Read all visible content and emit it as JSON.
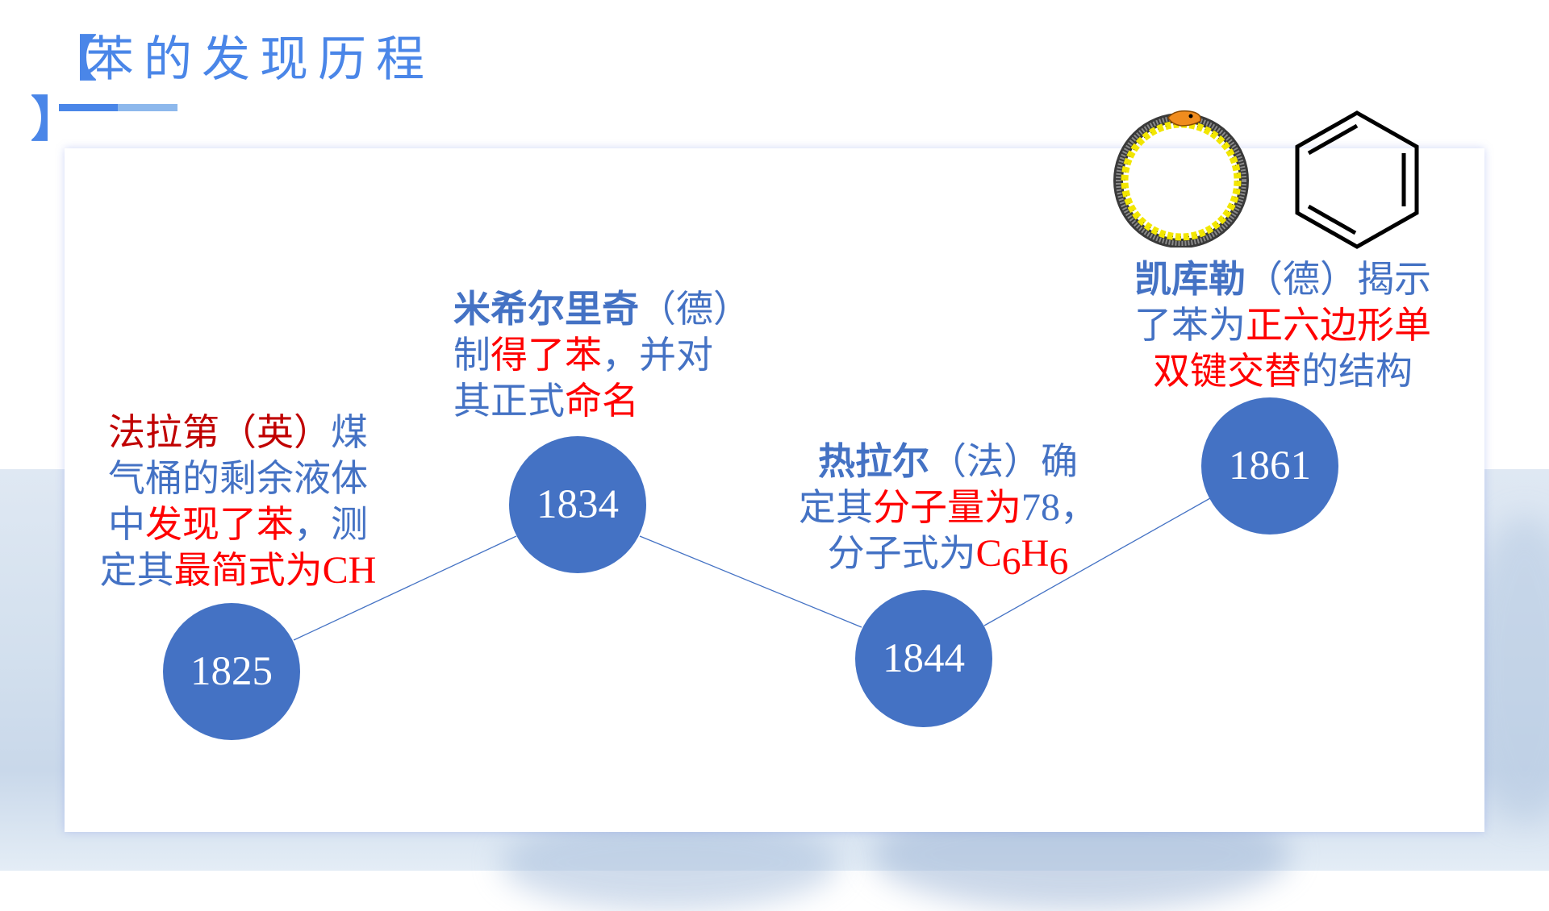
{
  "slide": {
    "title_open_bracket": "【",
    "title_close_bracket": "】",
    "title": "苯的发现历程"
  },
  "colors": {
    "accent_blue": "#4A86E8",
    "node_blue": "#4472C4",
    "text_blue": "#4472C4",
    "highlight_red": "#FF0000",
    "dark_red": "#C00000"
  },
  "timeline": [
    {
      "year": "1825",
      "lines": [
        {
          "segments": [
            {
              "text": "法拉第（英）",
              "style": "dark-red"
            },
            {
              "text": "煤",
              "style": "blue"
            }
          ]
        },
        {
          "segments": [
            {
              "text": "气桶的剩余液体",
              "style": "blue"
            }
          ]
        },
        {
          "segments": [
            {
              "text": "中",
              "style": "blue"
            },
            {
              "text": "发现了苯",
              "style": "red"
            },
            {
              "text": "，测",
              "style": "blue"
            }
          ]
        },
        {
          "segments": [
            {
              "text": "定其",
              "style": "blue"
            },
            {
              "text": "最简式为",
              "style": "red"
            },
            {
              "text": "CH",
              "style": "red-serif"
            }
          ]
        }
      ]
    },
    {
      "year": "1834",
      "lines": [
        {
          "segments": [
            {
              "text": "米希尔里奇",
              "style": "blue-bold"
            },
            {
              "text": "（德）",
              "style": "blue"
            }
          ]
        },
        {
          "segments": [
            {
              "text": "制",
              "style": "blue"
            },
            {
              "text": "得了苯",
              "style": "red"
            },
            {
              "text": "，并对",
              "style": "blue"
            }
          ]
        },
        {
          "segments": [
            {
              "text": "其正式",
              "style": "blue"
            },
            {
              "text": "命名",
              "style": "red"
            }
          ]
        }
      ]
    },
    {
      "year": "1844",
      "lines": [
        {
          "segments": [
            {
              "text": "热拉尔",
              "style": "blue-bold"
            },
            {
              "text": "（法）确",
              "style": "blue"
            }
          ]
        },
        {
          "segments": [
            {
              "text": "定其",
              "style": "blue"
            },
            {
              "text": "分子量为",
              "style": "red"
            },
            {
              "text": "78",
              "style": "blue-serif"
            },
            {
              "text": "，",
              "style": "blue"
            }
          ]
        },
        {
          "segments": [
            {
              "text": "分子式为",
              "style": "blue"
            },
            {
              "text": "C",
              "style": "red-serif"
            },
            {
              "text": "6",
              "style": "red-sub"
            },
            {
              "text": "H",
              "style": "red-serif"
            },
            {
              "text": "6",
              "style": "red-sub"
            }
          ]
        }
      ]
    },
    {
      "year": "1861",
      "lines": [
        {
          "segments": [
            {
              "text": "凯库勒",
              "style": "blue-bold"
            },
            {
              "text": "（德）揭示",
              "style": "blue"
            }
          ]
        },
        {
          "segments": [
            {
              "text": "了苯为",
              "style": "blue"
            },
            {
              "text": "正六边形单",
              "style": "red"
            }
          ]
        },
        {
          "segments": [
            {
              "text": "双键交替",
              "style": "red"
            },
            {
              "text": "的结构",
              "style": "blue"
            }
          ]
        }
      ]
    }
  ],
  "images": {
    "ouroboros": "ouroboros-snake-icon",
    "benzene": "benzene-ring-structure-icon"
  }
}
